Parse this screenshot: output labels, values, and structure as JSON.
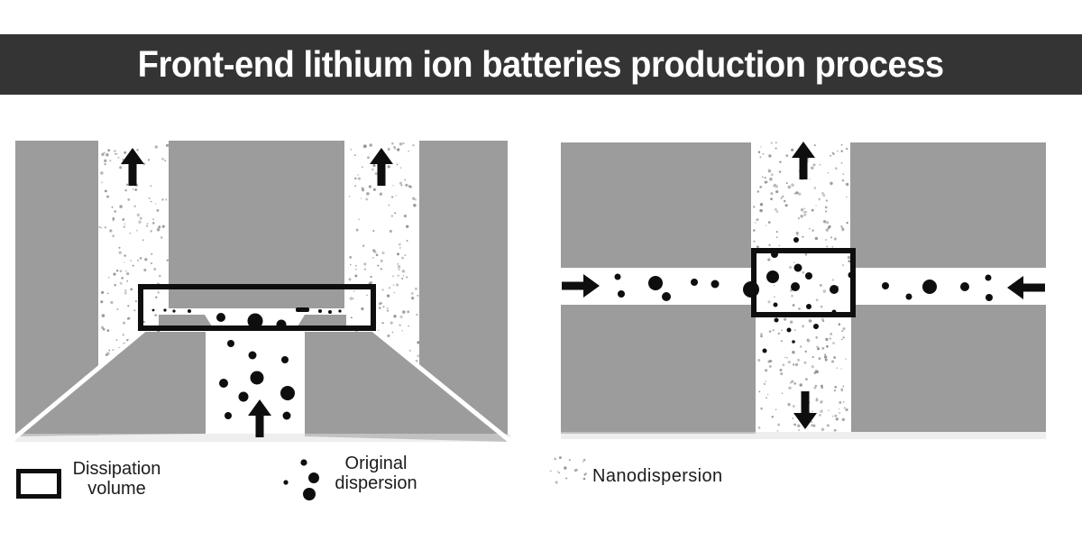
{
  "banner": {
    "title": "Front-end lithium ion batteries production process"
  },
  "colors": {
    "banner_bg": "#343434",
    "banner_fg": "#ffffff",
    "block_gray": "#9c9c9c",
    "ink": "#0e0e0e",
    "speckle_gray": "#8b8b8b"
  },
  "legend": {
    "dissipation": {
      "line1": "Dissipation",
      "line2": "volume"
    },
    "original": {
      "line1": "Original",
      "line2": "dispersion",
      "dots": [
        [
          17,
          31,
          2.6
        ],
        [
          37,
          9,
          3.6
        ],
        [
          48,
          26,
          6
        ],
        [
          43,
          44,
          7
        ]
      ]
    },
    "nano": {
      "label": "Nanodispersion"
    }
  },
  "figures": {
    "left": {
      "strip_dots": [
        [
          170,
          344,
          1.4
        ],
        [
          183,
          344,
          1.6
        ],
        [
          193,
          345,
          1.6
        ],
        [
          210,
          345,
          2
        ],
        [
          245,
          352,
          5
        ],
        [
          283,
          356,
          8.5
        ],
        [
          312,
          360,
          5.5
        ],
        [
          355,
          345,
          2
        ],
        [
          366,
          346,
          2
        ],
        [
          377,
          345,
          1.6
        ]
      ],
      "strip_bars": [
        [
          328,
          341,
          15,
          5
        ]
      ],
      "funnel_dots": [
        [
          256,
          381,
          4
        ],
        [
          280,
          394,
          4.5
        ],
        [
          316,
          399,
          4
        ],
        [
          285,
          419,
          7.5
        ],
        [
          248,
          425,
          5
        ],
        [
          319,
          436,
          8
        ],
        [
          270,
          440,
          5.5
        ],
        [
          253,
          461,
          4
        ],
        [
          318,
          461,
          4.5
        ]
      ]
    },
    "right": {
      "left_dots": [
        [
          685,
          307,
          3.5
        ],
        [
          689,
          326,
          4
        ],
        [
          727,
          314,
          8
        ],
        [
          739,
          329,
          5
        ],
        [
          770,
          313,
          4
        ],
        [
          793,
          315,
          4.5
        ],
        [
          833,
          321,
          9
        ]
      ],
      "box_dots": [
        [
          859,
          282,
          4
        ],
        [
          883,
          266,
          3
        ],
        [
          895,
          277,
          2
        ],
        [
          933,
          277,
          2
        ],
        [
          885,
          297,
          4.5
        ],
        [
          897,
          306,
          4
        ],
        [
          857,
          307,
          7
        ],
        [
          882,
          318,
          5
        ],
        [
          925,
          321,
          5
        ],
        [
          944,
          305,
          3.5
        ],
        [
          860,
          338,
          2.5
        ],
        [
          897,
          340,
          3
        ],
        [
          925,
          346,
          2.5
        ]
      ],
      "below_dots": [
        [
          861,
          355,
          2.5
        ],
        [
          875,
          366,
          2.5
        ],
        [
          905,
          362,
          3
        ],
        [
          848,
          389,
          2.5
        ],
        [
          880,
          379,
          1.8
        ]
      ],
      "right_dots": [
        [
          982,
          317,
          4
        ],
        [
          1008,
          329,
          3.5
        ],
        [
          1031,
          318,
          8
        ],
        [
          1070,
          318,
          5
        ],
        [
          1096,
          308,
          3.5
        ],
        [
          1097,
          330,
          4
        ]
      ]
    }
  }
}
